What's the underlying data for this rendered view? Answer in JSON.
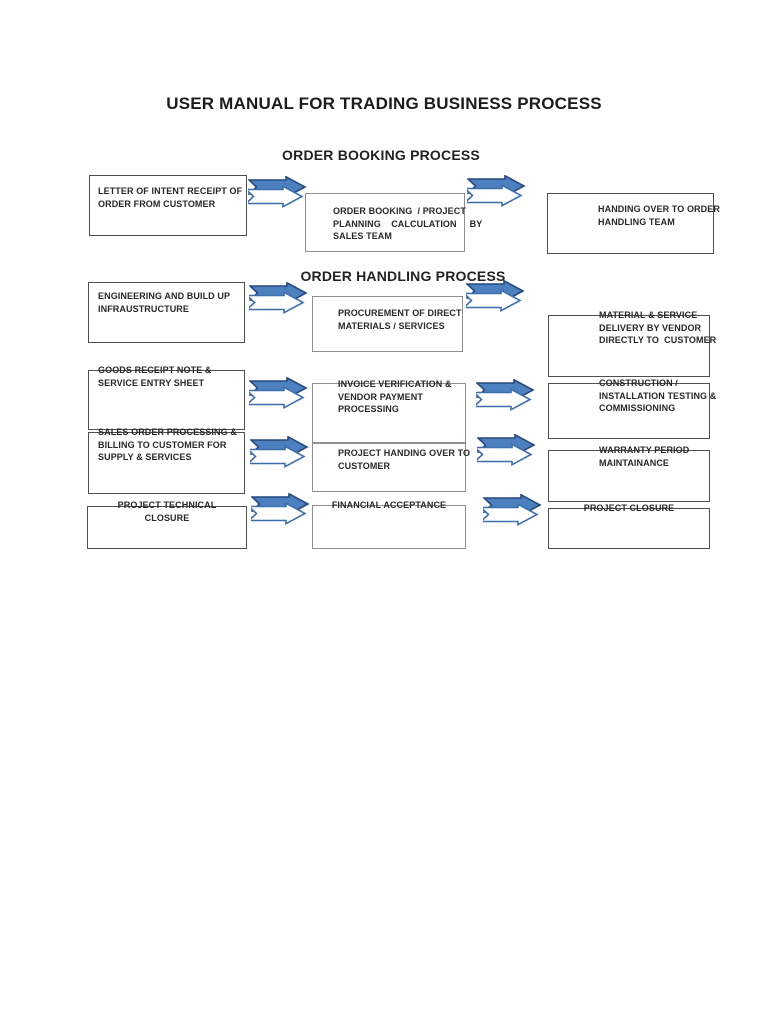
{
  "page": {
    "title": "USER MANUAL FOR TRADING BUSINESS PROCESS"
  },
  "sections": {
    "booking": {
      "heading": "ORDER BOOKING PROCESS"
    },
    "handling": {
      "heading": "ORDER HANDLING PROCESS"
    }
  },
  "boxes": {
    "letter_of_intent": {
      "text": "LETTER OF INTENT RECEIPT OF\nORDER FROM CUSTOMER"
    },
    "order_booking": {
      "text": "ORDER BOOKING  / PROJECT\nPLANNING    CALCULATION     BY\nSALES TEAM"
    },
    "handing_over": {
      "text": "HANDING OVER TO ORDER\nHANDLING TEAM"
    },
    "engineering": {
      "text": "ENGINEERING AND BUILD UP\nINFRAUSTRUCTURE"
    },
    "procurement": {
      "text": "PROCUREMENT OF DIRECT\nMATERIALS / SERVICES"
    },
    "material_delivery": {
      "text": "MATERIAL & SERVICE\nDELIVERY BY VENDOR\nDIRECTLY TO  CUSTOMER"
    },
    "goods_receipt": {
      "text": "GOODS RECEIPT NOTE &\nSERVICE ENTRY SHEET"
    },
    "invoice_verification": {
      "text": "INVOICE VERIFICATION &\nVENDOR PAYMENT\nPROCESSING"
    },
    "construction": {
      "text": "CONSTRUCTION /\nINSTALLATION TESTING &\nCOMMISSIONING"
    },
    "sales_order": {
      "text": "SALES ORDER PROCESSING &\nBILLING TO CUSTOMER FOR\nSUPPLY & SERVICES"
    },
    "project_handing_over": {
      "text": "PROJECT HANDING OVER TO\nCUSTOMER"
    },
    "warranty": {
      "text": "WARRANTY PERIOD\nMAINTAINANCE"
    },
    "technical_closure": {
      "text": "PROJECT TECHNICAL\nCLOSURE"
    },
    "financial_acceptance": {
      "text": "FINANCIAL ACCEPTANCE"
    },
    "project_closure": {
      "text": "PROJECT CLOSURE"
    }
  },
  "colors": {
    "arrow_fill": "#4d80bf",
    "arrow_edge": "#26497f",
    "arrow_back_edge": "#3e6fad",
    "box_border_dark": "#4f4f4f",
    "box_border_light": "#8f8f8f",
    "text_color": "#282828"
  }
}
